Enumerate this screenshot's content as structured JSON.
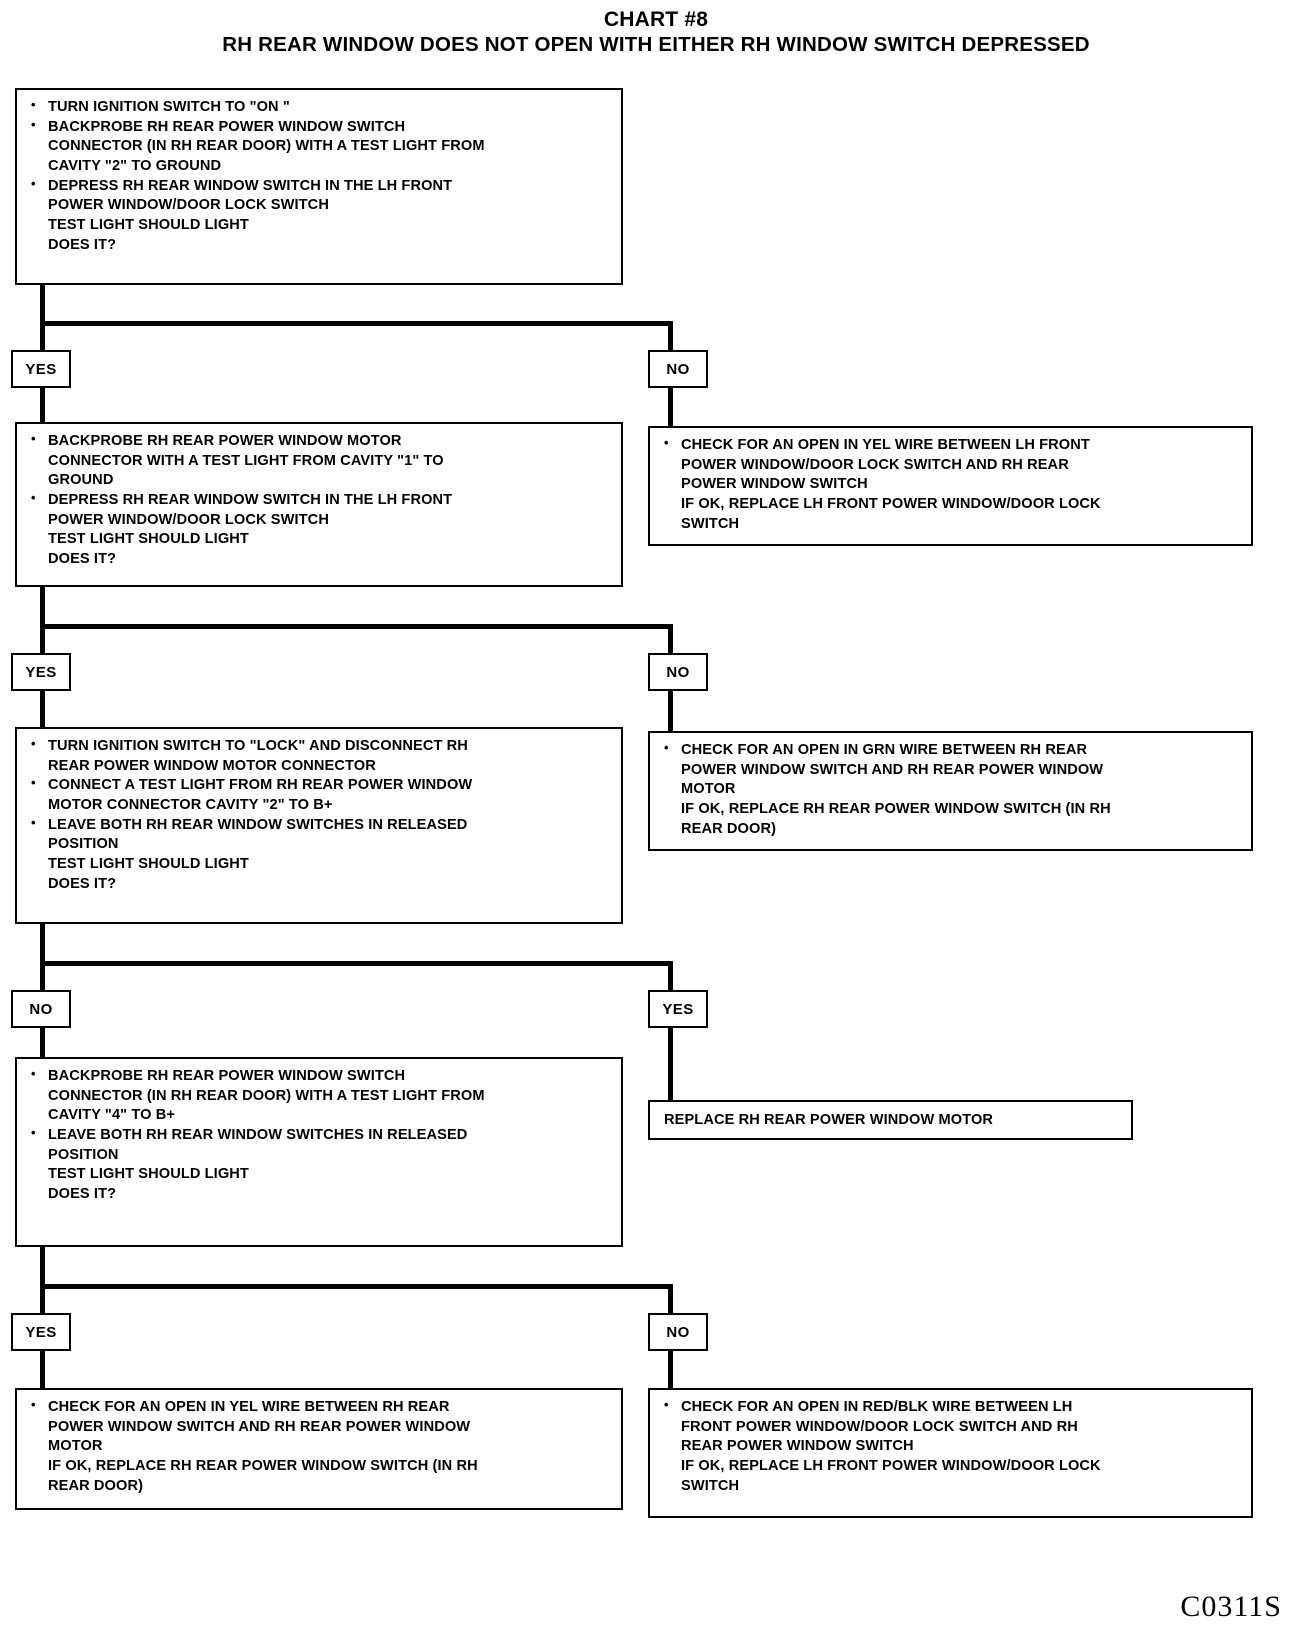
{
  "header": {
    "title": "CHART #8",
    "subtitle": "RH REAR WINDOW DOES NOT OPEN WITH EITHER RH WINDOW SWITCH DEPRESSED"
  },
  "footer": {
    "code": "C0311S"
  },
  "branch_labels": {
    "yes": "YES",
    "no": "NO"
  },
  "nodes": {
    "step1": {
      "lines": [
        "TURN IGNITION SWITCH TO \"ON \"",
        "BACKPROBE RH REAR POWER WINDOW SWITCH",
        "CONNECTOR (IN RH REAR DOOR) WITH A TEST LIGHT FROM",
        "CAVITY \"2\" TO GROUND",
        "DEPRESS RH REAR WINDOW SWITCH IN THE LH FRONT",
        "POWER WINDOW/DOOR LOCK SWITCH",
        "TEST LIGHT SHOULD LIGHT",
        "DOES IT?"
      ],
      "bullets": [
        0,
        1,
        4
      ]
    },
    "step2_left": {
      "lines": [
        "BACKPROBE RH REAR POWER WINDOW MOTOR",
        "CONNECTOR WITH A TEST LIGHT FROM CAVITY \"1\" TO",
        "GROUND",
        "DEPRESS RH REAR WINDOW SWITCH IN THE LH FRONT",
        "POWER WINDOW/DOOR LOCK SWITCH",
        "TEST LIGHT SHOULD LIGHT",
        "DOES IT?"
      ],
      "bullets": [
        0,
        3
      ]
    },
    "step2_right": {
      "lines": [
        "CHECK FOR AN OPEN IN YEL WIRE BETWEEN LH FRONT",
        "POWER WINDOW/DOOR LOCK SWITCH AND RH REAR",
        "POWER WINDOW SWITCH",
        "IF OK, REPLACE LH FRONT POWER WINDOW/DOOR LOCK",
        "SWITCH"
      ],
      "bullets": [
        0
      ]
    },
    "step3_left": {
      "lines": [
        "TURN IGNITION SWITCH TO \"LOCK\" AND DISCONNECT RH",
        "REAR POWER WINDOW MOTOR CONNECTOR",
        "CONNECT A TEST LIGHT FROM RH REAR POWER WINDOW",
        "MOTOR CONNECTOR CAVITY \"2\" TO B+",
        "LEAVE BOTH RH REAR WINDOW SWITCHES IN RELEASED",
        "POSITION",
        "TEST LIGHT SHOULD LIGHT",
        "DOES IT?"
      ],
      "bullets": [
        0,
        2,
        4
      ]
    },
    "step3_right": {
      "lines": [
        "CHECK FOR AN OPEN IN GRN WIRE BETWEEN RH REAR",
        "POWER WINDOW SWITCH AND RH REAR POWER WINDOW",
        "MOTOR",
        "IF OK, REPLACE RH REAR POWER WINDOW SWITCH (IN RH",
        "REAR DOOR)"
      ],
      "bullets": [
        0
      ]
    },
    "step4_left": {
      "lines": [
        "BACKPROBE RH REAR POWER WINDOW SWITCH",
        "CONNECTOR (IN RH REAR DOOR) WITH A TEST LIGHT FROM",
        "CAVITY \"4\" TO B+",
        "LEAVE BOTH RH REAR WINDOW SWITCHES IN RELEASED",
        "POSITION",
        "TEST LIGHT SHOULD LIGHT",
        "DOES IT?"
      ],
      "bullets": [
        0,
        3
      ]
    },
    "step4_right": {
      "text": "REPLACE RH REAR POWER WINDOW MOTOR"
    },
    "step5_left": {
      "lines": [
        "CHECK FOR AN OPEN IN YEL WIRE BETWEEN RH REAR",
        "POWER WINDOW SWITCH AND RH REAR POWER WINDOW",
        "MOTOR",
        "IF OK, REPLACE RH REAR POWER WINDOW SWITCH (IN RH",
        "REAR DOOR)"
      ],
      "bullets": [
        0
      ]
    },
    "step5_right": {
      "lines": [
        "CHECK FOR AN OPEN IN RED/BLK WIRE BETWEEN LH",
        "FRONT POWER WINDOW/DOOR LOCK SWITCH AND RH",
        "REAR POWER WINDOW SWITCH",
        "IF OK, REPLACE LH FRONT POWER WINDOW/DOOR LOCK",
        "SWITCH"
      ],
      "bullets": [
        0
      ]
    }
  },
  "branches": {
    "row1_left": "YES",
    "row1_right": "NO",
    "row2_left": "YES",
    "row2_right": "NO",
    "row3_left": "NO",
    "row3_right": "YES",
    "row4_left": "YES",
    "row4_right": "NO"
  }
}
